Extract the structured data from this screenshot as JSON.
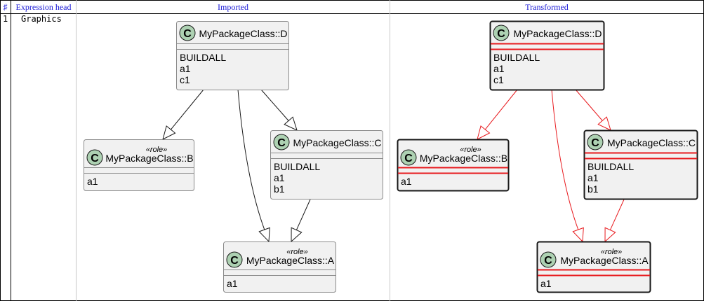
{
  "table": {
    "headers": {
      "index": "♯",
      "expression_head": "Expression head",
      "imported": "Imported",
      "transformed": "Transformed"
    },
    "row": {
      "index": "1",
      "head": "Graphics"
    }
  },
  "diagram": {
    "circle_letter": "C",
    "classes": {
      "D": {
        "name": "MyPackageClass::D",
        "stereotype": "",
        "members": [
          "BUILDALL",
          "a1",
          "c1"
        ]
      },
      "B": {
        "name": "MyPackageClass::B",
        "stereotype": "«role»",
        "members": [
          "a1"
        ]
      },
      "C": {
        "name": "MyPackageClass::C",
        "stereotype": "",
        "members": [
          "BUILDALL",
          "a1",
          "b1"
        ]
      },
      "A": {
        "name": "MyPackageClass::A",
        "stereotype": "«role»",
        "members": [
          "a1"
        ]
      }
    }
  },
  "colors": {
    "header_text": "#1a1ad6",
    "class_circle": "#add1b2",
    "box_fill": "#f1f1f1",
    "transformed_accent": "#e8191d"
  }
}
